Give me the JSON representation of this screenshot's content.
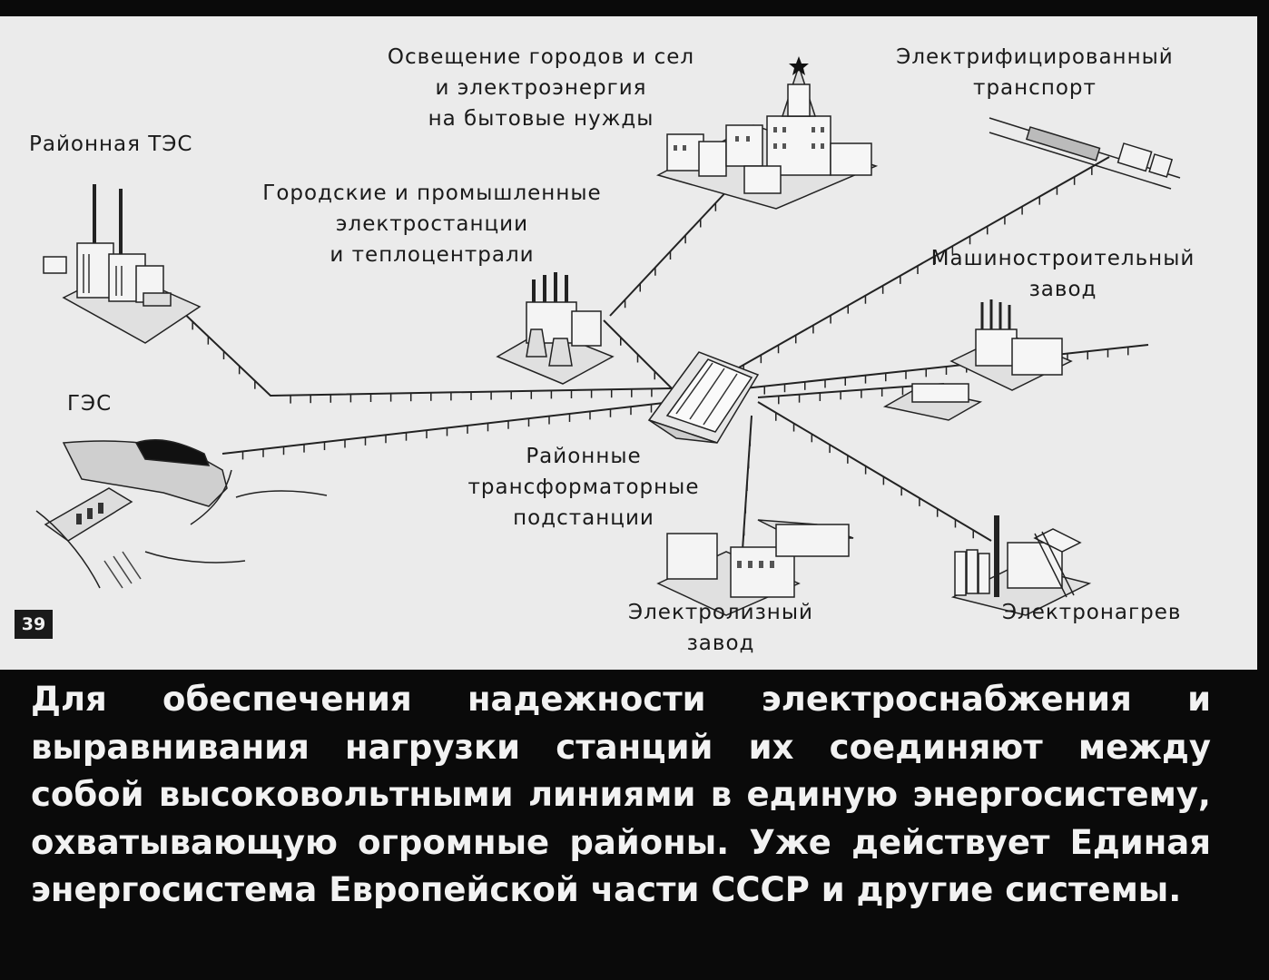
{
  "diagram": {
    "slide_number": "39",
    "labels": {
      "lighting": "Освещение городов и сел\nи электроэнергия\nна бытовые нужды",
      "electrified_transport": "Электрифицированный\nтранспорт",
      "regional_tes": "Районная ТЭС",
      "city_plants": "Городские и промышленные\nэлектростанции\nи теплоцентрали",
      "machine_plant": "Машиностроительный\nзавод",
      "ges": "ГЭС",
      "substations": "Районные\nтрансформаторные\nподстанции",
      "electrolysis_plant": "Электролизный\nзавод",
      "electroheating": "Электронагрев"
    }
  },
  "caption": "Для обеспечения надежности электроснабжения и выравнивания нагрузки станций их соединяют между собой высоковольтными линиями в единую энергосистему, охватывающую огромные районы. Уже действует Единая энергосистема Европейской части СССР и другие системы."
}
